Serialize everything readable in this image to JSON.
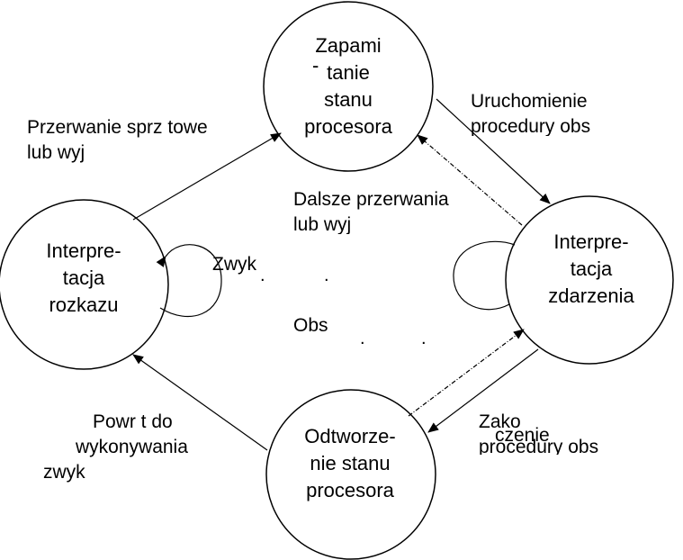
{
  "nodes": {
    "zapamietanie": [
      "Zapami",
      "tanie",
      "stanu",
      "procesora"
    ],
    "interp_rozkazu": [
      "Interpre-",
      "tacja",
      "rozkazu"
    ],
    "interp_zdarzenia": [
      "Interpre-",
      "tacja",
      "zdarzenia"
    ],
    "odtworzenie": [
      "Odtworze-",
      "nie stanu",
      "procesora"
    ]
  },
  "labels": {
    "przerwanie": [
      "Przerwanie sprz  towe",
      "lub wyj"
    ],
    "uruchomienie": [
      "Uruchomienie",
      "procedury obs"
    ],
    "dalsze": [
      "Dalsze przerwania",
      "lub wyj"
    ],
    "zwyk": "Zwyk",
    "obs": "Obs",
    "powrot": [
      "Powr  t do",
      "wykonywania",
      "zwyk"
    ],
    "zakonczenie": [
      "Zako",
      "czenie",
      "procedury obs"
    ]
  },
  "marks": {
    "dash": "-",
    "dot": "."
  }
}
